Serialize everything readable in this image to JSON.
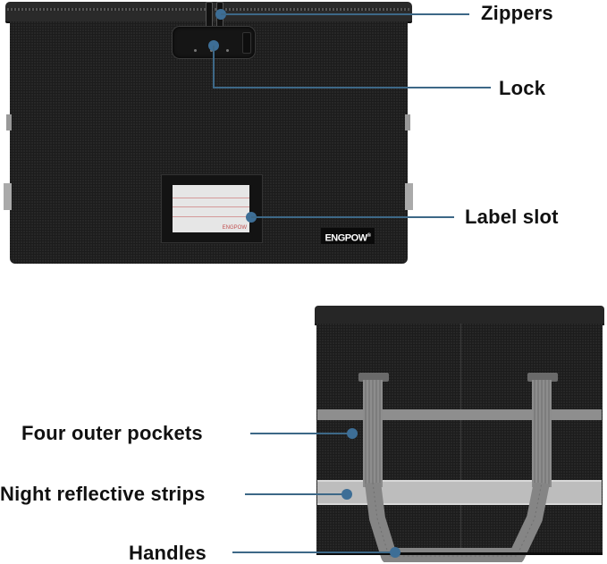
{
  "top_product": {
    "brand_badge": "ENGPOW",
    "brand_mark": "®",
    "label_card_text": "ENGPOW"
  },
  "callouts": {
    "zippers": "Zippers",
    "lock": "Lock",
    "label_slot": "Label slot",
    "four_outer_pockets": "Four outer pockets",
    "night_reflective_strips": "Night reflective strips",
    "handles": "Handles"
  },
  "colors": {
    "callout_line": "#3d6887",
    "callout_dot": "#3d6e96",
    "bag_body": "#1c1c1c",
    "reflective_strip": "#b9b9b9",
    "handle_strap": "#8a8a8a",
    "label_text": "#111111"
  }
}
